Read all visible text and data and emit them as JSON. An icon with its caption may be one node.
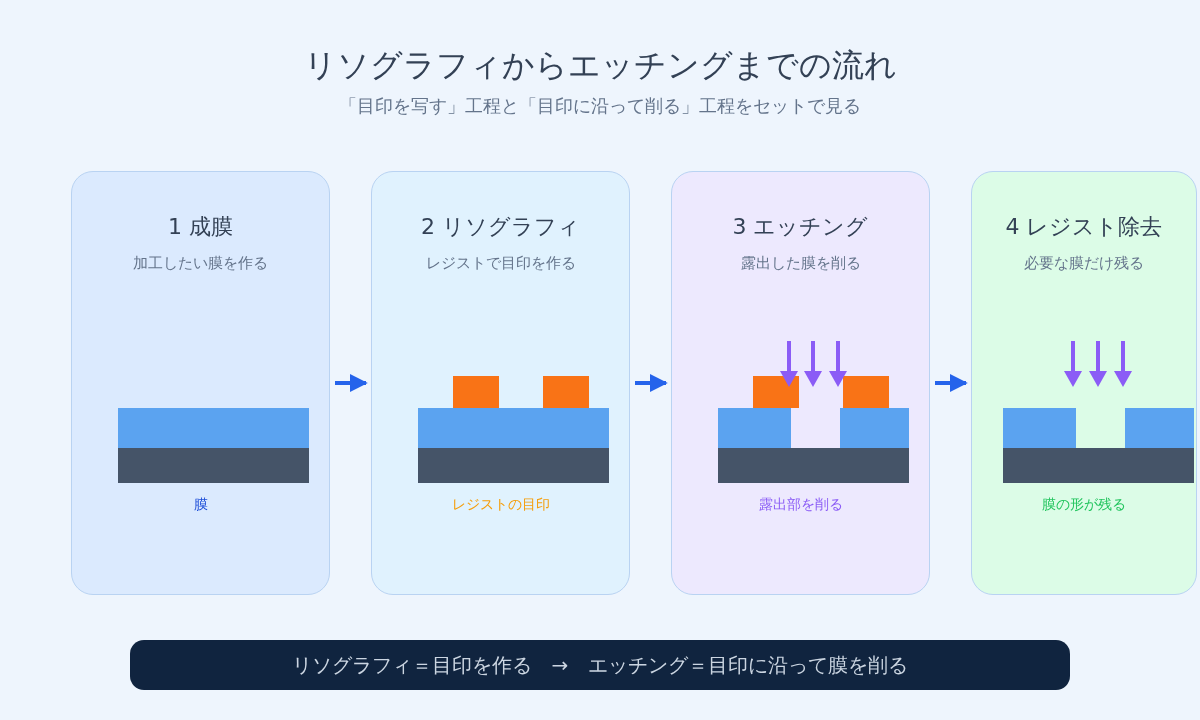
{
  "diagram": {
    "title": "リソグラフィからエッチングまでの流れ",
    "nodes": [
      {
        "text": [
          "1 成膜",
          "加工したい膜を作る",
          "膜"
        ]
      },
      {
        "text": [
          "2 リソグラフィ",
          "レジストで目印を作る",
          "レジストの目印"
        ]
      },
      {
        "text": [
          "3 エッチング",
          "露出した膜を削る",
          "露出部を削る"
        ]
      },
      {
        "text": [
          "4 レジスト除去",
          "必要な膜だけ残る",
          "膜の形が残る"
        ]
      },
      {
        "text": [
          "リソグラフィ＝目印を作る　→　エッチング＝目印に沿って膜を削る"
        ]
      }
    ],
    "edges": [
      {
        "from": 0,
        "to": 1,
        "arrow": "to"
      },
      {
        "from": 1,
        "to": 2,
        "arrow": "to"
      },
      {
        "from": 2,
        "to": 3,
        "arrow": "to"
      }
    ],
    "labels": [
      "「目印を写す」工程と「目印に沿って削る」工程をセットで見る"
    ]
  }
}
